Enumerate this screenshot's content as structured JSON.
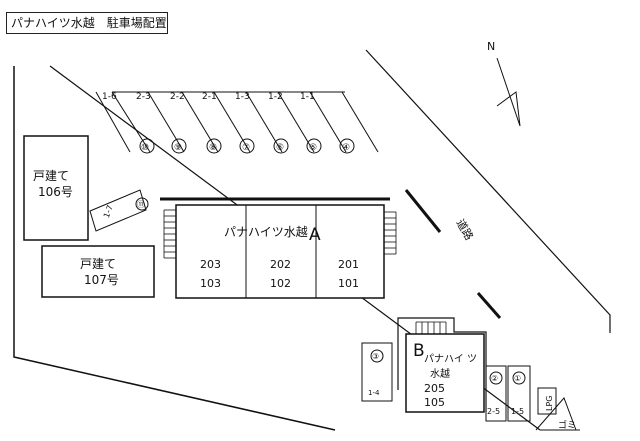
{
  "title": "パナハイツ水越　駐車場配置図",
  "compass": "N",
  "road": "道路",
  "detached": {
    "house_106": [
      "戸建て",
      "106号"
    ],
    "house_107": [
      "戸建て",
      "107号"
    ]
  },
  "building_a": {
    "name": "パナハイツ水越",
    "letter": "A",
    "rooms": [
      [
        "203",
        "103"
      ],
      [
        "202",
        "102"
      ],
      [
        "201",
        "101"
      ]
    ]
  },
  "building_b": {
    "letter": "B",
    "name": [
      "パナハイ ツ",
      "水越"
    ],
    "rooms": [
      "205",
      "105"
    ]
  },
  "parking_top": {
    "labels": [
      "1-6",
      "2-3",
      "2-2",
      "2-1",
      "1-3",
      "1-2",
      "1-1"
    ],
    "circles": [
      "⑩",
      "⑨",
      "⑧",
      "⑦",
      "⑥",
      "⑤",
      "④"
    ]
  },
  "parking_other": {
    "slot_11": {
      "label": "1-7",
      "circle": "⑪"
    },
    "slot_3": {
      "label": "1-4",
      "circle": "③"
    },
    "slot_2": {
      "label": "2-5",
      "circle": "②"
    },
    "slot_1": {
      "label": "1-5",
      "circle": "①"
    }
  },
  "lpg": "LPG",
  "gomi": "ゴミ"
}
